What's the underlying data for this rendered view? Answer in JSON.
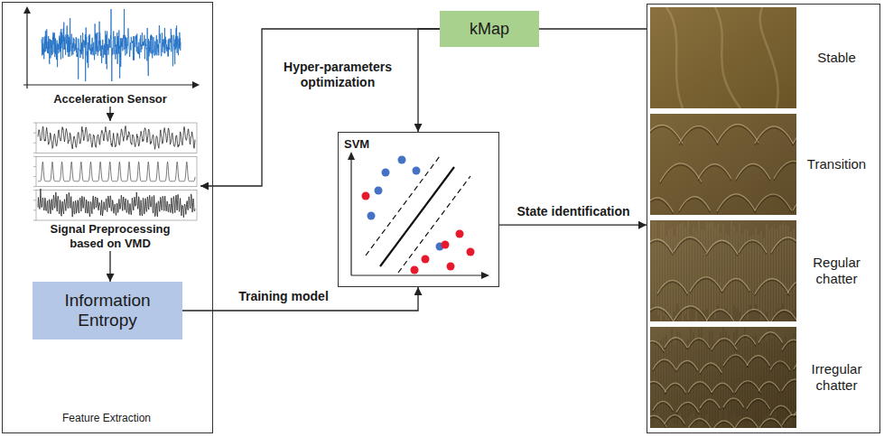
{
  "diagram": {
    "nodes": [
      {
        "text": [
          "Feature Extraction"
        ]
      },
      {
        "text": [
          "Acceleration Sensor"
        ],
        "in": 0
      },
      {
        "text": [
          "Signal Preprocessing based on VMD"
        ],
        "in": 0
      },
      {
        "text": [
          "Information Entropy"
        ],
        "in": 0
      },
      {
        "text": [
          "kMap"
        ]
      },
      {
        "text": [
          "SVM"
        ]
      },
      {
        "text": []
      },
      {
        "text": [
          "Stable"
        ],
        "in": 6
      },
      {
        "text": [
          "Transition"
        ],
        "in": 6
      },
      {
        "text": [
          "Regular chatter"
        ],
        "in": 6
      },
      {
        "text": [
          "Irregular chatter"
        ],
        "in": 6
      }
    ],
    "edges": [
      {
        "from": 1,
        "to": 2,
        "arrow": "to"
      },
      {
        "from": 2,
        "to": 3,
        "arrow": "to"
      },
      {
        "from": 4,
        "to": 2,
        "arrow": "to"
      },
      {
        "from": 4,
        "to": 5,
        "arrow": "to",
        "label": "Hyper-parameters optimization"
      },
      {
        "from": 4,
        "to": 6,
        "arrow": "none"
      },
      {
        "from": 3,
        "to": 5,
        "arrow": "to",
        "label": "Training model"
      },
      {
        "from": 5,
        "to": 6,
        "arrow": "to",
        "label": "State identification"
      }
    ]
  }
}
